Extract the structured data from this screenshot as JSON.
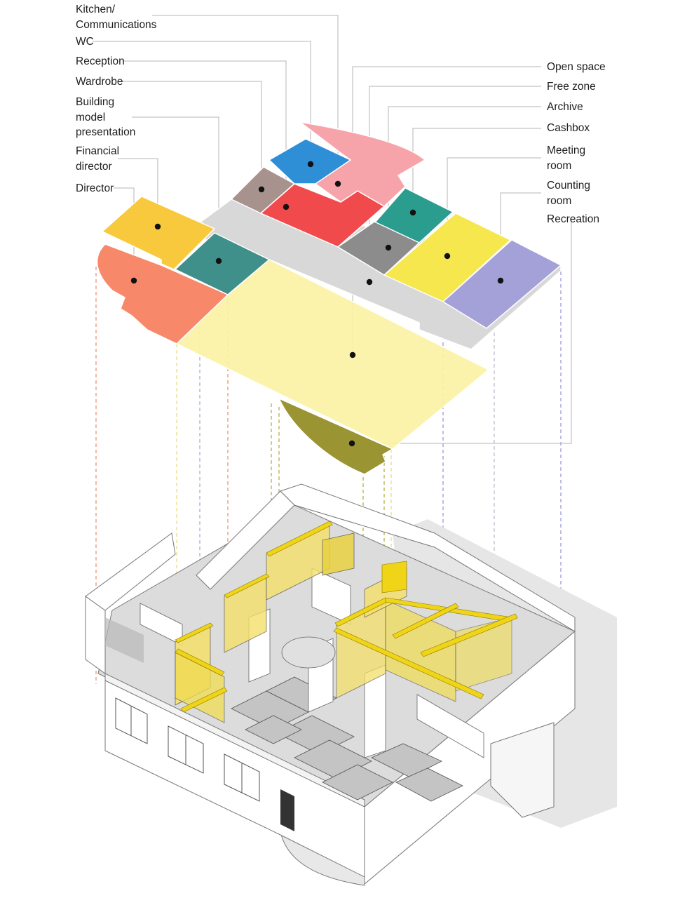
{
  "diagram": {
    "left_labels": [
      {
        "id": "kitchen",
        "text": "Kitchen/\nCommunications"
      },
      {
        "id": "wc",
        "text": "WC"
      },
      {
        "id": "reception",
        "text": "Reception"
      },
      {
        "id": "wardrobe",
        "text": "Wardrobe"
      },
      {
        "id": "model",
        "text": "Building\nmodel\npresentation"
      },
      {
        "id": "findir",
        "text": "Financial\ndirector"
      },
      {
        "id": "director",
        "text": "Director"
      }
    ],
    "right_labels": [
      {
        "id": "openspace",
        "text": "Open space"
      },
      {
        "id": "freezone",
        "text": "Free zone"
      },
      {
        "id": "archive",
        "text": "Archive"
      },
      {
        "id": "cashbox",
        "text": "Cashbox"
      },
      {
        "id": "meeting",
        "text": "Meeting\nroom"
      },
      {
        "id": "counting",
        "text": "Counting\nroom"
      },
      {
        "id": "recreation",
        "text": "Recreation"
      }
    ],
    "zone_colors": {
      "director": "#f7896a",
      "financial_director": "#f8c93c",
      "building_model": "#3f8f8b",
      "wardrobe": "#a8928d",
      "reception": "#f04a4c",
      "wc": "#2e8fd6",
      "kitchen": "#f7a3aa",
      "cashbox": "#2a9d8f",
      "archive": "#8c8c8c",
      "meeting_room": "#f5e74d",
      "counting_room": "#a4a0d8",
      "corridor": "#d8d8d8",
      "open_space": "#fbf3a4",
      "recreation": "#9a9432",
      "partition_accent": "#f0d417"
    }
  }
}
